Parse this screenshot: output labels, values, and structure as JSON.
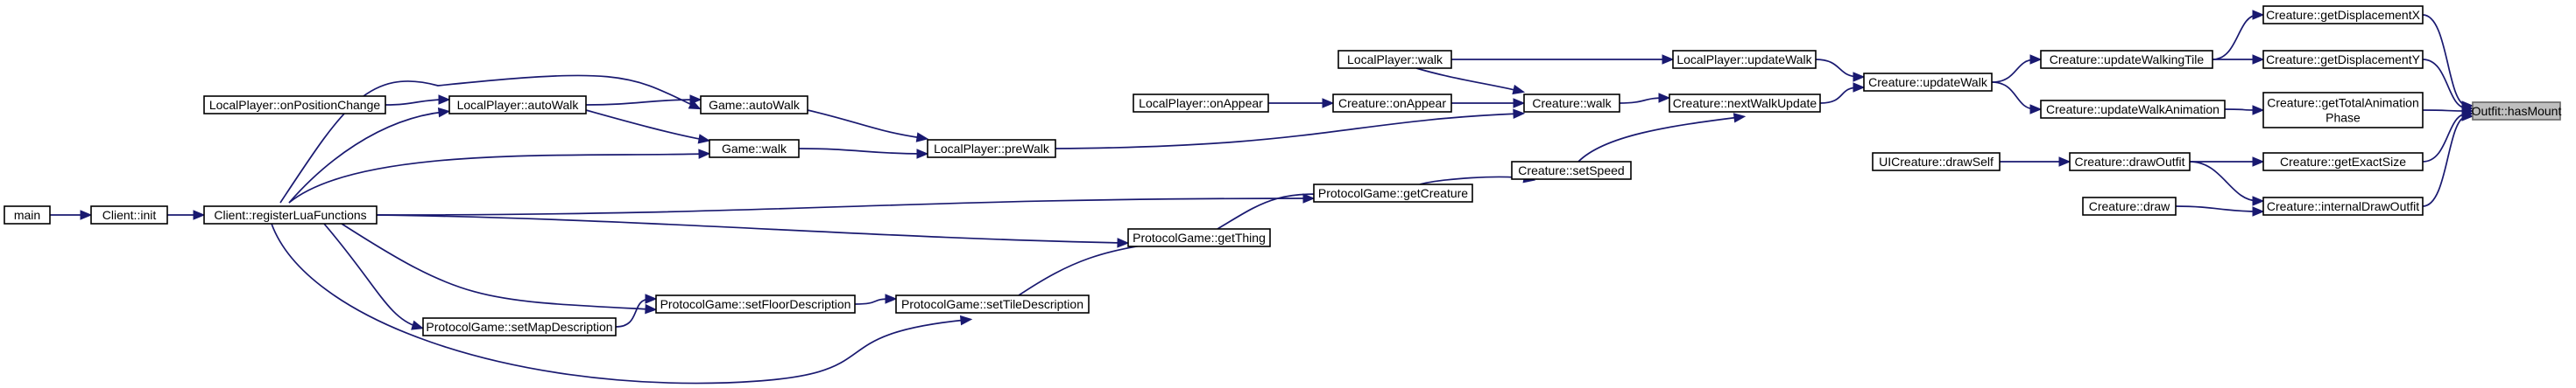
{
  "graph": {
    "title": "",
    "edge_color": "#191970",
    "node_border_color": "#000000",
    "target_fill_color": "#bfbfbf",
    "target_border_color": "#666666",
    "nodes": [
      {
        "id": "hasMount",
        "label": "Outfit::hasMount",
        "target": true
      },
      {
        "id": "getDisplacementX",
        "label": "Creature::getDisplacementX"
      },
      {
        "id": "getDisplacementY",
        "label": "Creature::getDisplacementY"
      },
      {
        "id": "getTotalAnimationPhase",
        "lines": [
          "Creature::getTotalAnimation",
          "Phase"
        ]
      },
      {
        "id": "getExactSize",
        "label": "Creature::getExactSize"
      },
      {
        "id": "internalDrawOutfit",
        "label": "Creature::internalDrawOutfit"
      },
      {
        "id": "updateWalkingTile",
        "label": "Creature::updateWalkingTile"
      },
      {
        "id": "updateWalkAnimation",
        "label": "Creature::updateWalkAnimation"
      },
      {
        "id": "drawOutfit",
        "label": "Creature::drawOutfit"
      },
      {
        "id": "creatureDraw",
        "label": "Creature::draw"
      },
      {
        "id": "uiCreatureDrawSelf",
        "label": "UICreature::drawSelf"
      },
      {
        "id": "updateWalk",
        "label": "Creature::updateWalk"
      },
      {
        "id": "lpUpdateWalk",
        "label": "LocalPlayer::updateWalk"
      },
      {
        "id": "nextWalkUpdate",
        "label": "Creature::nextWalkUpdate"
      },
      {
        "id": "lpWalk",
        "label": "LocalPlayer::walk"
      },
      {
        "id": "creatureWalk",
        "label": "Creature::walk"
      },
      {
        "id": "setSpeed",
        "label": "Creature::setSpeed"
      },
      {
        "id": "onAppear",
        "label": "Creature::onAppear"
      },
      {
        "id": "lpOnAppear",
        "label": "LocalPlayer::onAppear"
      },
      {
        "id": "getCreature",
        "label": "ProtocolGame::getCreature"
      },
      {
        "id": "getThing",
        "label": "ProtocolGame::getThing"
      },
      {
        "id": "setTileDescription",
        "label": "ProtocolGame::setTileDescription"
      },
      {
        "id": "setFloorDescription",
        "label": "ProtocolGame::setFloorDescription"
      },
      {
        "id": "setMapDescription",
        "label": "ProtocolGame::setMapDescription"
      },
      {
        "id": "preWalk",
        "label": "LocalPlayer::preWalk"
      },
      {
        "id": "gameAutoWalk",
        "label": "Game::autoWalk"
      },
      {
        "id": "gameWalk",
        "label": "Game::walk"
      },
      {
        "id": "lpAutoWalk",
        "label": "LocalPlayer::autoWalk"
      },
      {
        "id": "lpOnPositionChange",
        "label": "LocalPlayer::onPositionChange"
      },
      {
        "id": "registerLuaFunctions",
        "label": "Client::registerLuaFunctions"
      },
      {
        "id": "clientInit",
        "label": "Client::init"
      },
      {
        "id": "main",
        "label": "main"
      }
    ],
    "edges": [
      {
        "from": "getDisplacementX",
        "to": "hasMount"
      },
      {
        "from": "getDisplacementY",
        "to": "hasMount"
      },
      {
        "from": "getTotalAnimationPhase",
        "to": "hasMount"
      },
      {
        "from": "getExactSize",
        "to": "hasMount"
      },
      {
        "from": "internalDrawOutfit",
        "to": "hasMount"
      },
      {
        "from": "updateWalkingTile",
        "to": "getDisplacementX"
      },
      {
        "from": "updateWalkingTile",
        "to": "getDisplacementY"
      },
      {
        "from": "updateWalkAnimation",
        "to": "getTotalAnimationPhase"
      },
      {
        "from": "drawOutfit",
        "to": "getExactSize"
      },
      {
        "from": "drawOutfit",
        "to": "internalDrawOutfit"
      },
      {
        "from": "creatureDraw",
        "to": "internalDrawOutfit"
      },
      {
        "from": "uiCreatureDrawSelf",
        "to": "drawOutfit"
      },
      {
        "from": "updateWalk",
        "to": "updateWalkingTile"
      },
      {
        "from": "updateWalk",
        "to": "updateWalkAnimation"
      },
      {
        "from": "lpUpdateWalk",
        "to": "updateWalk"
      },
      {
        "from": "nextWalkUpdate",
        "to": "updateWalk"
      },
      {
        "from": "lpWalk",
        "to": "lpUpdateWalk"
      },
      {
        "from": "creatureWalk",
        "to": "nextWalkUpdate"
      },
      {
        "from": "setSpeed",
        "to": "nextWalkUpdate"
      },
      {
        "from": "lpWalk",
        "to": "creatureWalk"
      },
      {
        "from": "onAppear",
        "to": "creatureWalk"
      },
      {
        "from": "preWalk",
        "to": "creatureWalk"
      },
      {
        "from": "lpOnAppear",
        "to": "onAppear"
      },
      {
        "from": "getCreature",
        "to": "setSpeed"
      },
      {
        "from": "getThing",
        "to": "getCreature"
      },
      {
        "from": "registerLuaFunctions",
        "to": "getCreature"
      },
      {
        "from": "setTileDescription",
        "to": "getThing"
      },
      {
        "from": "registerLuaFunctions",
        "to": "getThing"
      },
      {
        "from": "setFloorDescription",
        "to": "setTileDescription"
      },
      {
        "from": "registerLuaFunctions",
        "to": "setTileDescription"
      },
      {
        "from": "setMapDescription",
        "to": "setFloorDescription"
      },
      {
        "from": "registerLuaFunctions",
        "to": "setFloorDescription"
      },
      {
        "from": "registerLuaFunctions",
        "to": "setMapDescription"
      },
      {
        "from": "gameAutoWalk",
        "to": "preWalk"
      },
      {
        "from": "gameWalk",
        "to": "preWalk"
      },
      {
        "from": "lpAutoWalk",
        "to": "gameAutoWalk"
      },
      {
        "from": "lpAutoWalk",
        "to": "gameWalk"
      },
      {
        "from": "registerLuaFunctions",
        "to": "gameAutoWalk"
      },
      {
        "from": "registerLuaFunctions",
        "to": "gameWalk"
      },
      {
        "from": "lpOnPositionChange",
        "to": "lpAutoWalk"
      },
      {
        "from": "registerLuaFunctions",
        "to": "lpAutoWalk"
      },
      {
        "from": "clientInit",
        "to": "registerLuaFunctions"
      },
      {
        "from": "main",
        "to": "clientInit"
      }
    ]
  }
}
